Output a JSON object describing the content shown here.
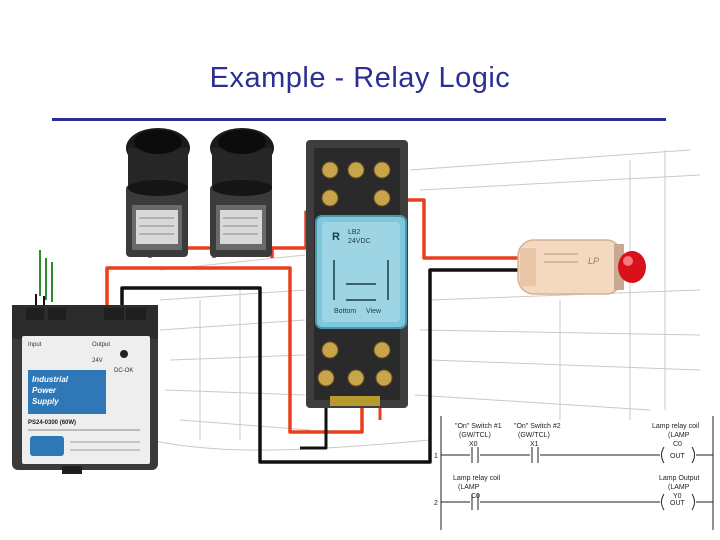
{
  "slide": {
    "title": "Example - Relay Logic"
  },
  "devices": {
    "power_supply": {
      "input_label": "Input",
      "output_label": "Output",
      "output_voltage": "24V",
      "dc_ok": "DC-OK",
      "brand_line1": "Industrial",
      "brand_line2": "Power",
      "brand_line3": "Supply",
      "model": "PS24-0300 (60W)"
    },
    "relay": {
      "model": "LB2",
      "voltage": "24VDC",
      "bottom_label": "Bottom",
      "view_label": "View"
    },
    "pilot_lamp": {
      "label": "LP"
    }
  },
  "ladder": {
    "rung1": {
      "number": "1",
      "switch1_line1": "\"On\" Switch #1",
      "switch1_line2": "(GW/TCL)",
      "switch1_addr": "X0",
      "switch2_line1": "\"On\" Switch #2",
      "switch2_line2": "(GW/TCL)",
      "switch2_addr": "X1",
      "coil_line1": "Lamp relay coil",
      "coil_line2": "(LAMP",
      "coil_addr": "C0",
      "coil_out": "OUT"
    },
    "rung2": {
      "number": "2",
      "contact_line1": "Lamp relay coil",
      "contact_line2": "(LAMP",
      "contact_addr": "C0",
      "output_line1": "Lamp Output",
      "output_line2": "(LAMP",
      "output_addr": "Y0",
      "output_out": "OUT"
    }
  },
  "colors": {
    "title": "#2b2f93",
    "wire_red": "#e8401c",
    "wire_black": "#111111",
    "relay_blue": "#7fc7dc",
    "power_supply_blue": "#2e78b8",
    "lamp_red": "#d9111a"
  }
}
